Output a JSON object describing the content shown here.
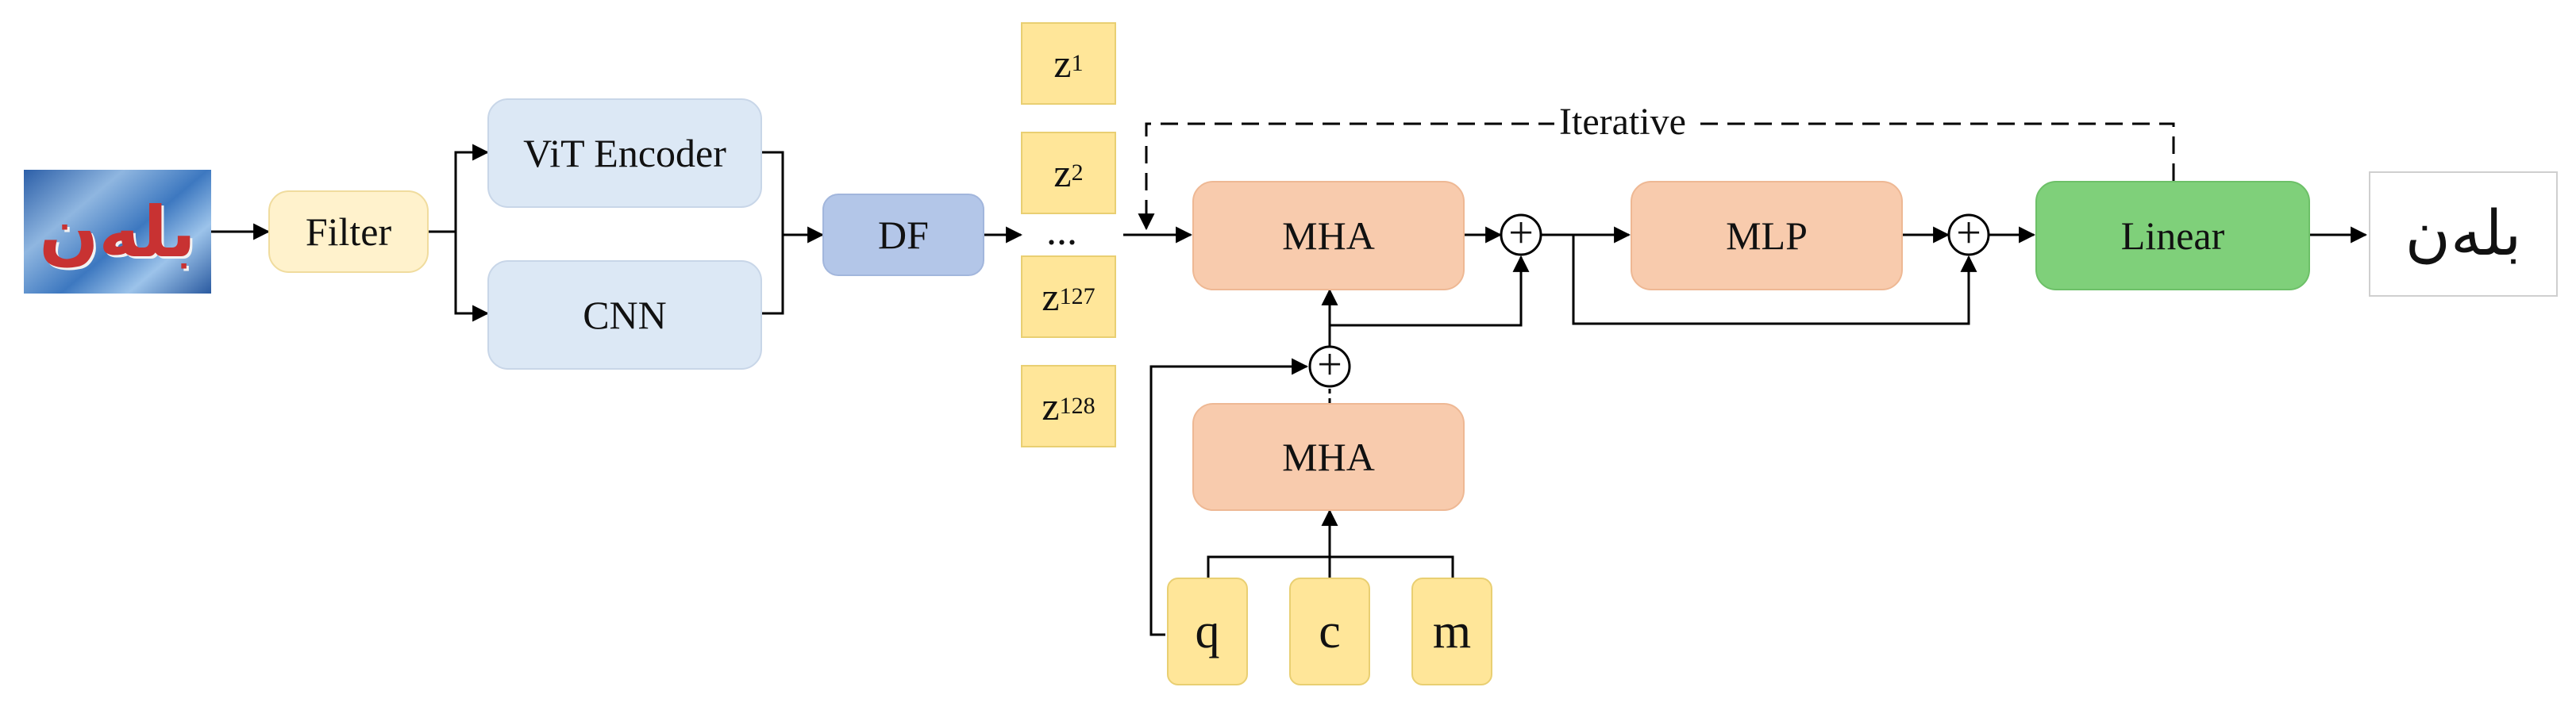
{
  "input_image": {
    "text": "بلەن"
  },
  "filter": {
    "label": "Filter"
  },
  "encoders": {
    "vit": "ViT Encoder",
    "cnn": "CNN"
  },
  "fusion": {
    "label": "DF"
  },
  "tokens": {
    "items": [
      {
        "base": "z",
        "sub": "1"
      },
      {
        "base": "z",
        "sub": "2"
      },
      {
        "base": "z",
        "sub": "127"
      },
      {
        "base": "z",
        "sub": "128"
      }
    ],
    "ellipsis": "..."
  },
  "decoder": {
    "mha_top": "MHA",
    "mha_bottom": "MHA",
    "mlp": "MLP",
    "linear": "Linear",
    "plus_symbol": "+",
    "iterative_label": "Iterative"
  },
  "query_inputs": {
    "q": "q",
    "c": "c",
    "m": "m"
  },
  "output": {
    "text": "بلەن"
  }
}
